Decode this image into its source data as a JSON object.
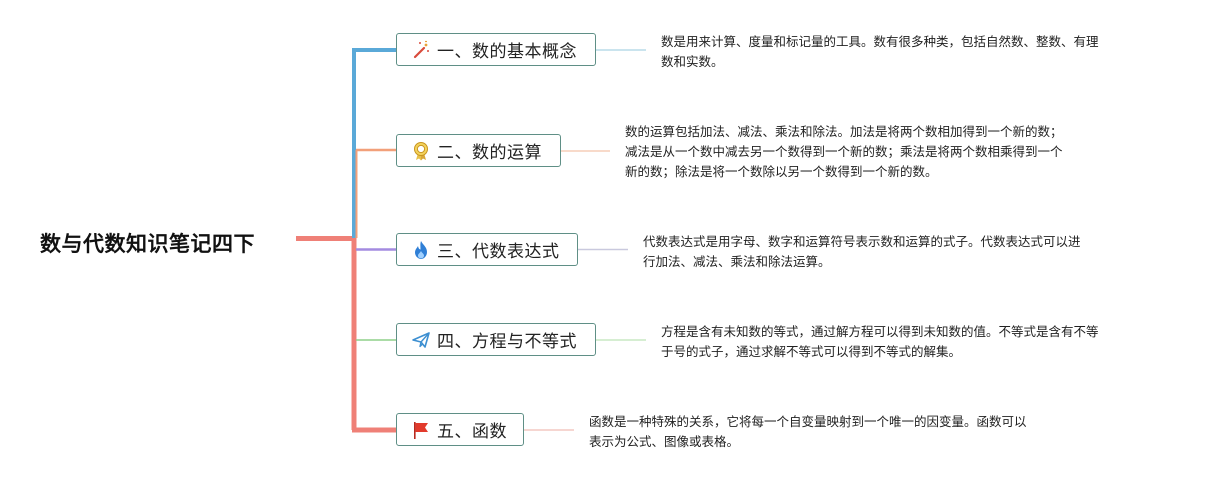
{
  "root": {
    "title": "数与代数知识笔记四下"
  },
  "branches": [
    {
      "label": "一、数的基本概念",
      "icon": "magic-wand-icon",
      "color": "#5aa9d8",
      "desc_lines": [
        "数是用来计算、度量和标记量的工具。数有很多种类，包括自然数、整数、有理",
        "数和实数。"
      ]
    },
    {
      "label": "二、数的运算",
      "icon": "award-ribbon-icon",
      "color": "#f2a07a",
      "desc_lines": [
        "数的运算包括加法、减法、乘法和除法。加法是将两个数相加得到一个新的数；",
        "减法是从一个数中减去另一个数得到一个新的数；乘法是将两个数相乘得到一个",
        "新的数；除法是将一个数除以另一个数得到一个新的数。"
      ]
    },
    {
      "label": "三、代数表达式",
      "icon": "flame-icon",
      "color": "#a48be0",
      "desc_lines": [
        "代数表达式是用字母、数字和运算符号表示数和运算的式子。代数表达式可以进",
        "行加法、减法、乘法和除法运算。"
      ]
    },
    {
      "label": "四、方程与不等式",
      "icon": "paper-plane-icon",
      "color": "#8fd08a",
      "desc_lines": [
        "方程是含有未知数的等式，通过解方程可以得到未知数的值。不等式是含有不等",
        "于号的式子，通过求解不等式可以得到不等式的解集。"
      ]
    },
    {
      "label": "五、函数",
      "icon": "red-flag-icon",
      "color": "#ef8077",
      "desc_lines": [
        "函数是一种特殊的关系，它将每一个自变量映射到一个唯一的因变量。函数可以",
        "表示为公式、图像或表格。"
      ]
    }
  ]
}
